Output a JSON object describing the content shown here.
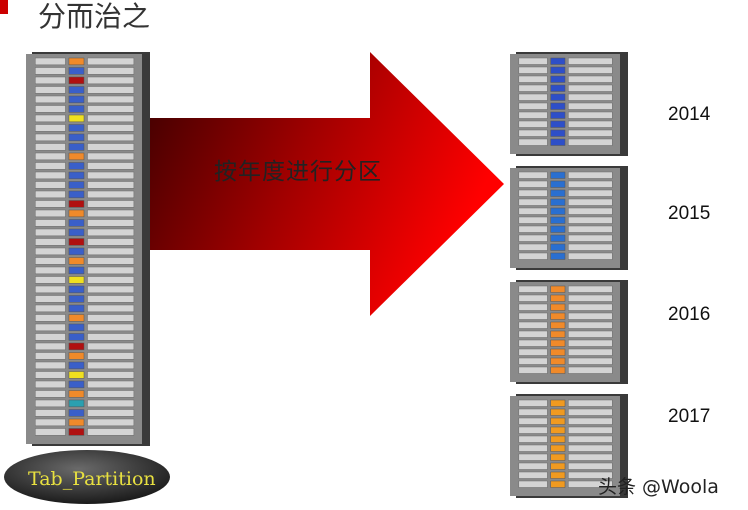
{
  "title": "分而治之",
  "arrow_label": "按年度进行分区",
  "source_table": {
    "label": "Tab_Partition",
    "slot_colors": [
      "#f08a2a",
      "#3a5fc9",
      "#b01010",
      "#3a5fc9",
      "#3a5fc9",
      "#3a5fc9",
      "#f0e020",
      "#3a5fc9",
      "#3a5fc9",
      "#3a5fc9",
      "#f08a2a",
      "#3a5fc9",
      "#3a5fc9",
      "#3a5fc9",
      "#3a5fc9",
      "#b01010",
      "#f08a2a",
      "#3a5fc9",
      "#3a5fc9",
      "#b01010",
      "#3a5fc9",
      "#f08a2a",
      "#3a5fc9",
      "#f0e020",
      "#3a5fc9",
      "#3a5fc9",
      "#3a5fc9",
      "#f08a2a",
      "#3a5fc9",
      "#3a5fc9",
      "#b01010",
      "#f08a2a",
      "#3a5fc9",
      "#f0e020",
      "#3a5fc9",
      "#f08a2a",
      "#2aa0b0",
      "#3a5fc9",
      "#f08a2a",
      "#b01010"
    ]
  },
  "partitions": [
    {
      "year": "2014",
      "color": "#2e4fc8"
    },
    {
      "year": "2015",
      "color": "#2a6fd0"
    },
    {
      "year": "2016",
      "color": "#f08a2a"
    },
    {
      "year": "2017",
      "color": "#f09a20"
    }
  ],
  "watermark": "头条 @Woola"
}
